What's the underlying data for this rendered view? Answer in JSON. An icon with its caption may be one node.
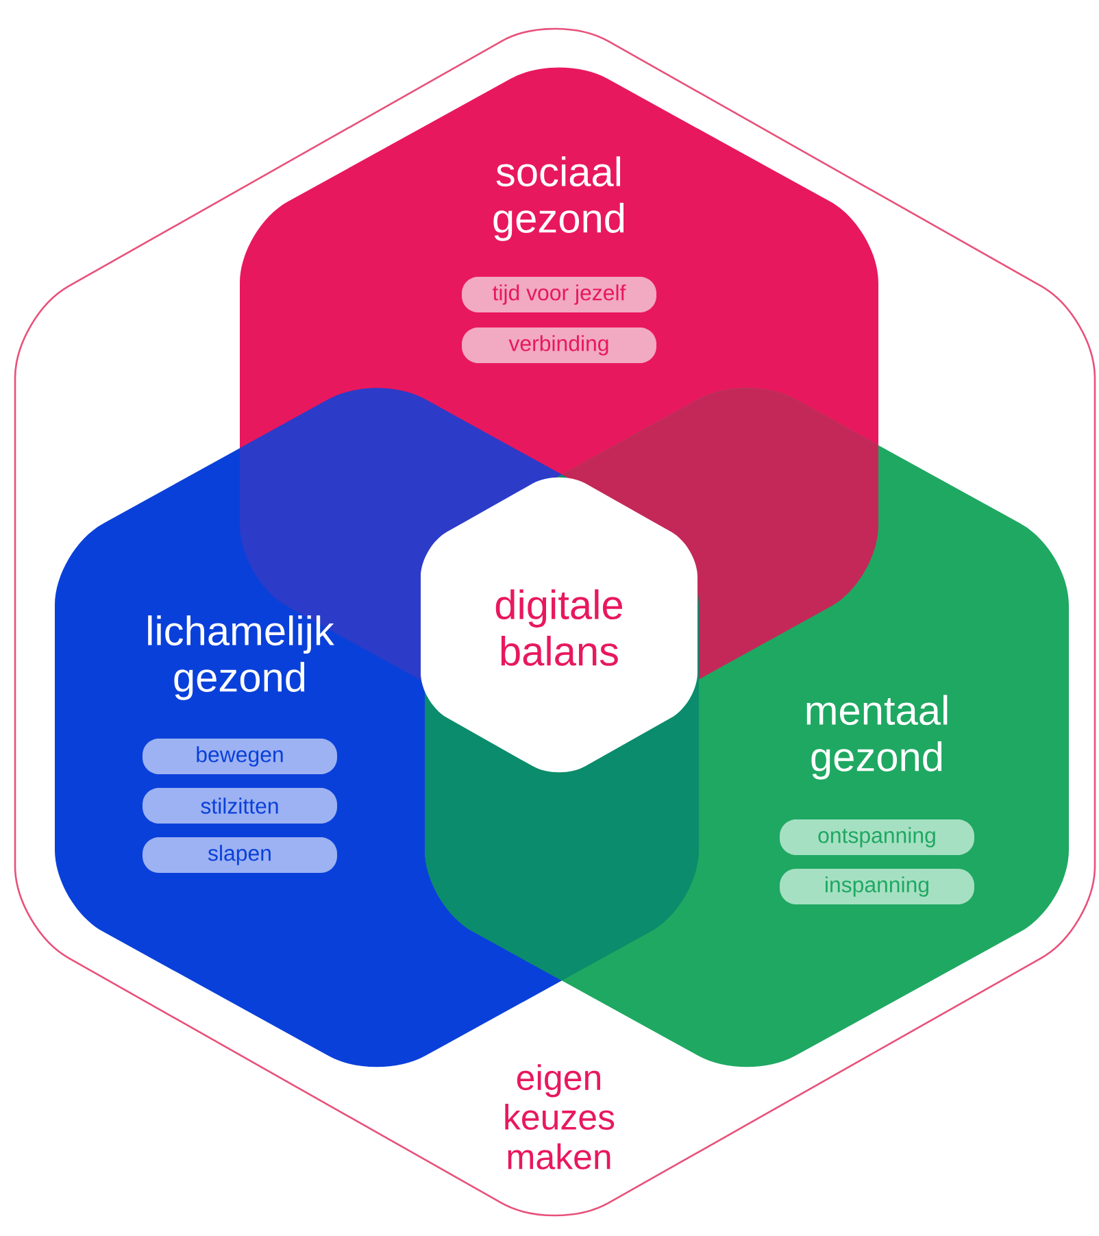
{
  "diagram": {
    "nodes": [
      {
        "text": [
          "eigen keuzes maken"
        ]
      },
      {
        "text": [
          "sociaal gezond"
        ],
        "in": 0
      },
      {
        "text": [
          "tijd voor jezelf"
        ],
        "in": 1
      },
      {
        "text": [
          "verbinding"
        ],
        "in": 1
      },
      {
        "text": [
          "lichamelijk gezond"
        ],
        "in": 0
      },
      {
        "text": [
          "bewegen"
        ],
        "in": 4
      },
      {
        "text": [
          "stilzitten"
        ],
        "in": 4
      },
      {
        "text": [
          "slapen"
        ],
        "in": 4
      },
      {
        "text": [
          "mentaal gezond"
        ],
        "in": 0
      },
      {
        "text": [
          "ontspanning"
        ],
        "in": 8
      },
      {
        "text": [
          "inspanning"
        ],
        "in": 8
      },
      {
        "text": [
          "digitale balans"
        ]
      }
    ]
  }
}
